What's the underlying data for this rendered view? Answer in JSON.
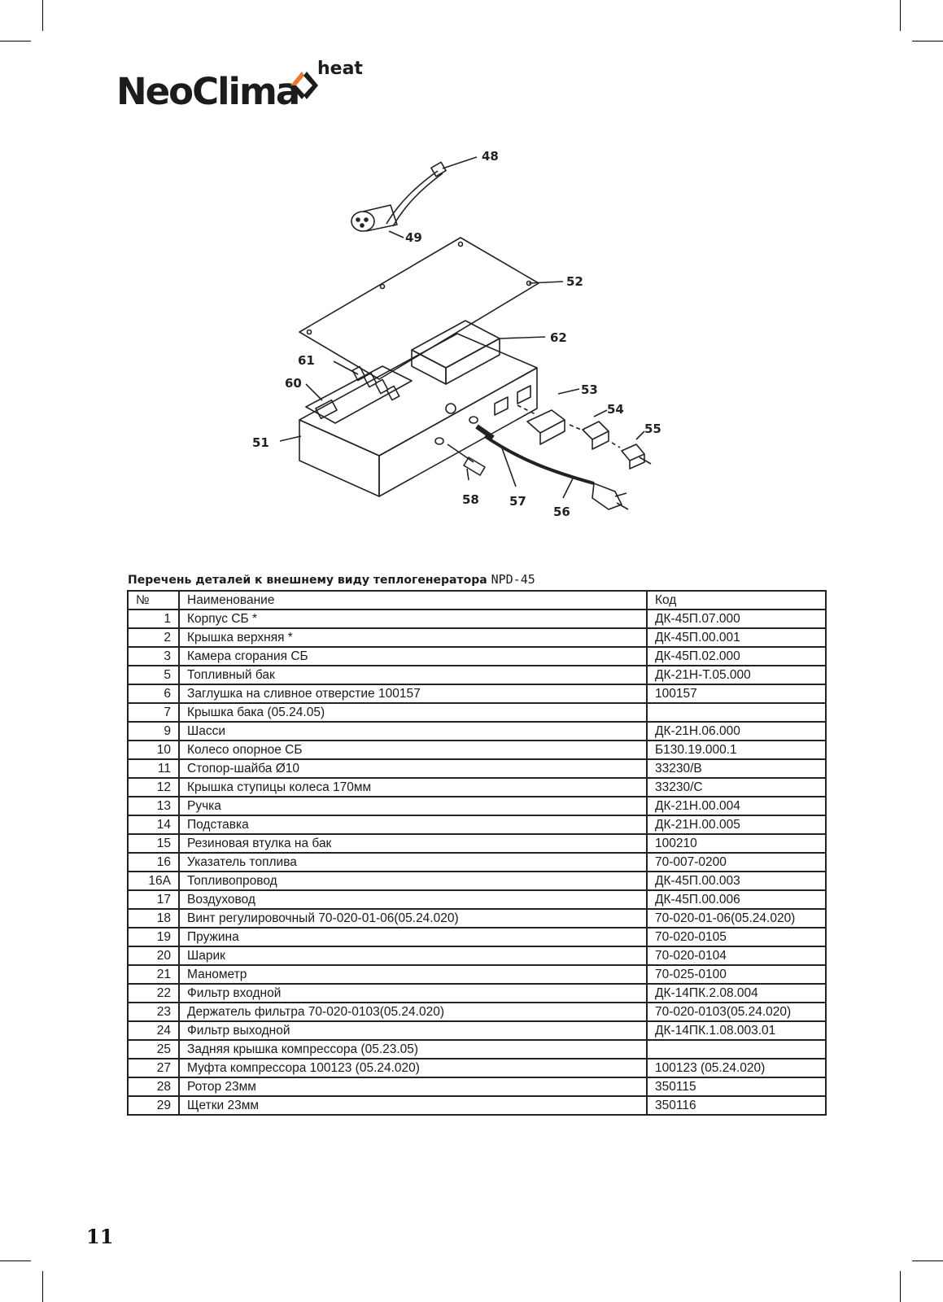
{
  "header": {
    "brand": "NeoClima",
    "brand_suffix": "heat",
    "accent_color": "#e8772e",
    "logo_icon": "diamond-chevron-icon"
  },
  "diagram": {
    "callouts": [
      "48",
      "49",
      "52",
      "62",
      "61",
      "60",
      "53",
      "54",
      "55",
      "51",
      "58",
      "57",
      "56"
    ]
  },
  "table": {
    "title": "Перечень деталей к внешнему виду теплогенератора",
    "model": "NPD-45",
    "headers": {
      "no": "№",
      "name": "Наименование",
      "code": "Код"
    },
    "rows": [
      {
        "no": "1",
        "name": "Корпус СБ *",
        "code": "ДК-45П.07.000"
      },
      {
        "no": "2",
        "name": "Крышка верхняя *",
        "code": "ДК-45П.00.001"
      },
      {
        "no": "3",
        "name": "Камера сгорания СБ",
        "code": "ДК-45П.02.000"
      },
      {
        "no": "5",
        "name": "Топливный бак",
        "code": "ДК-21Н-Т.05.000"
      },
      {
        "no": "6",
        "name": "Заглушка на сливное отверстие 100157",
        "code": "100157"
      },
      {
        "no": "7",
        "name": "Крышка бака (05.24.05)",
        "code": ""
      },
      {
        "no": "9",
        "name": "Шасси",
        "code": "ДК-21Н.06.000"
      },
      {
        "no": "10",
        "name": "Колесо опорное СБ",
        "code": "Б130.19.000.1"
      },
      {
        "no": "11",
        "name": "Стопор-шайба Ø10",
        "code": "33230/В"
      },
      {
        "no": "12",
        "name": "Крышка ступицы колеса 170мм",
        "code": "33230/С"
      },
      {
        "no": "13",
        "name": "Ручка",
        "code": "ДК-21Н.00.004"
      },
      {
        "no": "14",
        "name": "Подставка",
        "code": "ДК-21Н.00.005"
      },
      {
        "no": "15",
        "name": "Резиновая втулка на бак",
        "code": "100210"
      },
      {
        "no": "16",
        "name": "Указатель топлива",
        "code": "70-007-0200"
      },
      {
        "no": "16А",
        "name": "Топливопровод",
        "code": "ДК-45П.00.003"
      },
      {
        "no": "17",
        "name": "Воздуховод",
        "code": "ДК-45П.00.006"
      },
      {
        "no": "18",
        "name": "Винт регулировочный 70-020-01-06(05.24.020)",
        "code": "70-020-01-06(05.24.020)"
      },
      {
        "no": "19",
        "name": "Пружина",
        "code": "70-020-0105"
      },
      {
        "no": "20",
        "name": "Шарик",
        "code": "70-020-0104"
      },
      {
        "no": "21",
        "name": "Манометр",
        "code": "70-025-0100"
      },
      {
        "no": "22",
        "name": "Фильтр входной",
        "code": "ДК-14ПК.2.08.004"
      },
      {
        "no": "23",
        "name": "Держатель фильтра 70-020-0103(05.24.020)",
        "code": "70-020-0103(05.24.020)"
      },
      {
        "no": "24",
        "name": "Фильтр выходной",
        "code": "ДК-14ПК.1.08.003.01"
      },
      {
        "no": "25",
        "name": "Задняя крышка компрессора (05.23.05)",
        "code": ""
      },
      {
        "no": "27",
        "name": "Муфта компрессора 100123 (05.24.020)",
        "code": "100123 (05.24.020)"
      },
      {
        "no": "28",
        "name": "Ротор 23мм",
        "code": "350115"
      },
      {
        "no": "29",
        "name": "Щетки 23мм",
        "code": "350116"
      }
    ]
  },
  "footer": {
    "page_number": "11"
  }
}
